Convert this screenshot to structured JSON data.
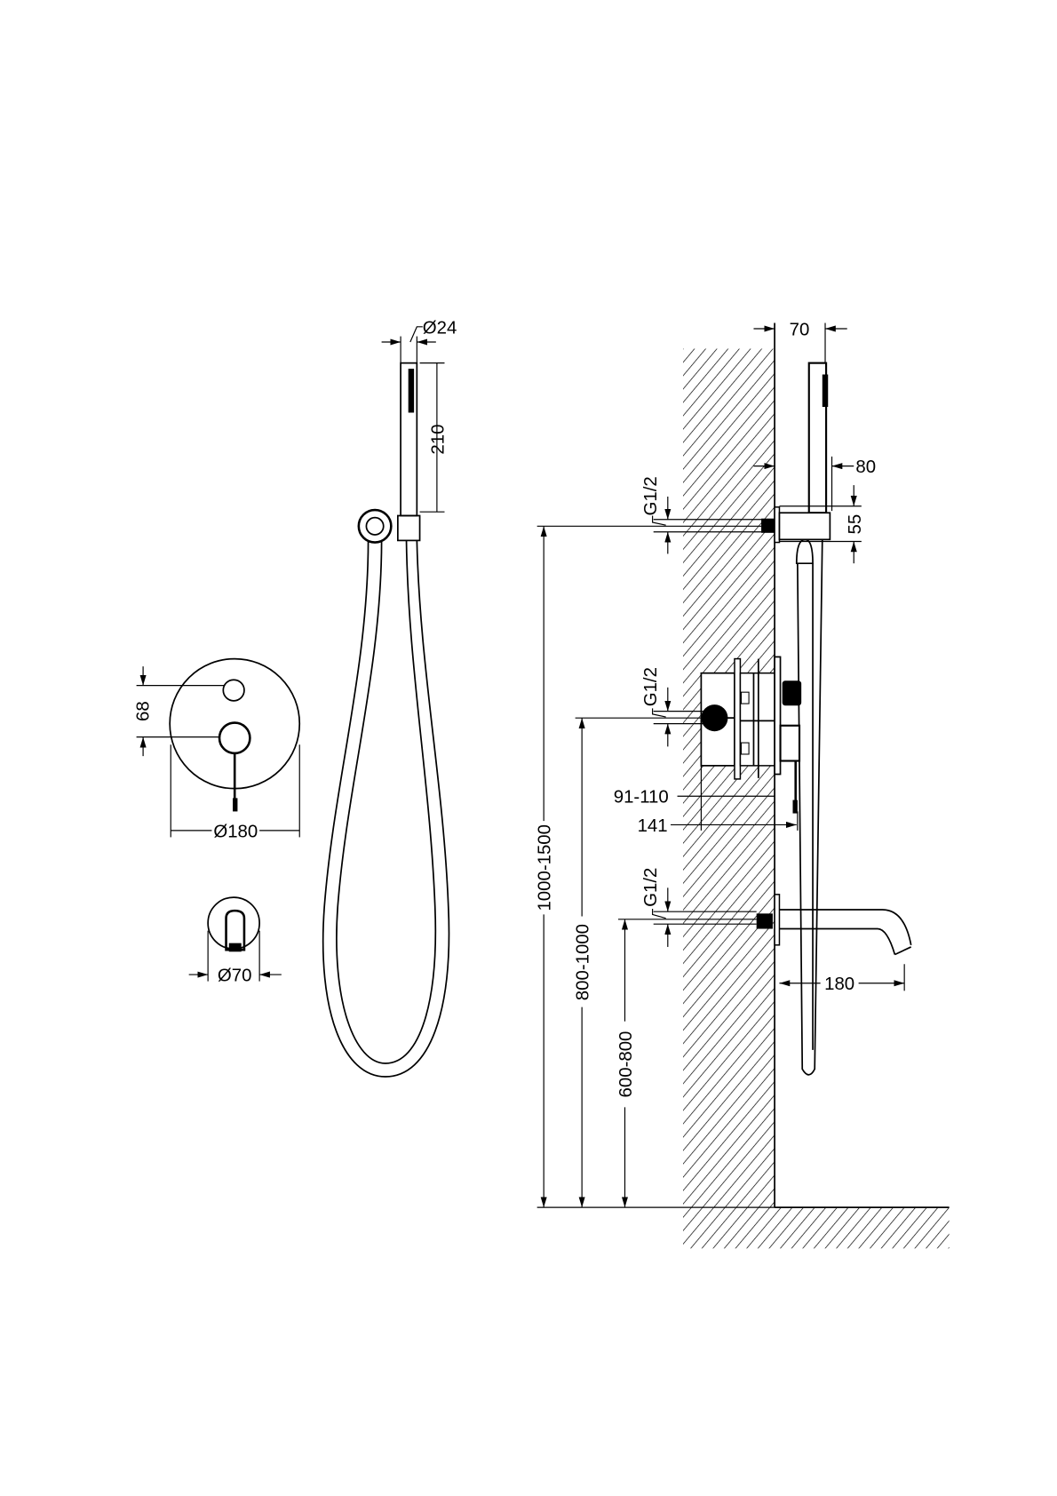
{
  "front_view": {
    "handshower_diameter": "Ø24",
    "handshower_length": "210",
    "mixer_handle_spacing": "68",
    "mixer_plate_diameter": "Ø180",
    "spout_plate_diameter": "Ø70"
  },
  "side_view": {
    "handshower_projection": "70",
    "holder_projection": "80",
    "holder_height": "55",
    "thread_top": "G1/2",
    "thread_mixer": "G1/2",
    "thread_spout": "G1/2",
    "box_depth": "91-110",
    "mixer_total_depth": "141",
    "spout_projection": "180",
    "holder_height_from_floor": "1000-1500",
    "mixer_height_from_floor": "800-1000",
    "spout_height_from_floor": "600-800"
  },
  "colors": {
    "line": "#000000",
    "background": "#ffffff"
  }
}
